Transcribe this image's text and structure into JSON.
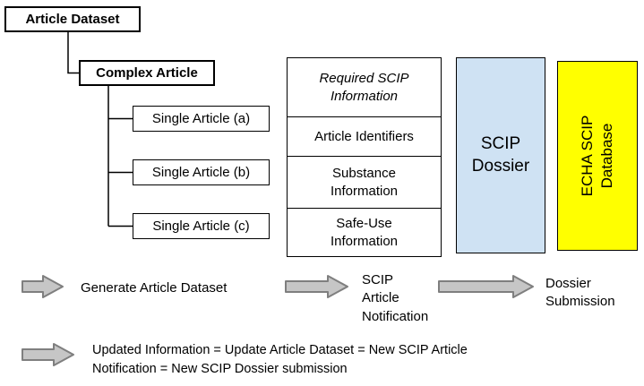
{
  "diagram": {
    "tree": {
      "root_label": "Article Dataset",
      "complex_label": "Complex Article",
      "singles": [
        "Single Article (a)",
        "Single Article (b)",
        "Single Article (c)"
      ]
    },
    "scip_table": {
      "header": "Required SCIP\nInformation",
      "rows": [
        "Article Identifiers",
        "Substance\nInformation",
        "Safe-Use\nInformation"
      ]
    },
    "dossier_label": "SCIP\nDossier",
    "database_label": "ECHA SCIP\nDatabase",
    "flow_labels": {
      "step1": "Generate Article Dataset",
      "step2": "SCIP\nArticle\nNotification",
      "step3": "Dossier\nSubmission"
    },
    "note": "Updated Information = Update Article Dataset = New SCIP Article Notification = New SCIP Dossier submission",
    "colors": {
      "dossier_fill": "#cfe2f3",
      "database_fill": "#ffff00",
      "arrow_fill": "#c6c6c6",
      "arrow_stroke": "#7f7f7f",
      "line_color": "#000000"
    }
  }
}
